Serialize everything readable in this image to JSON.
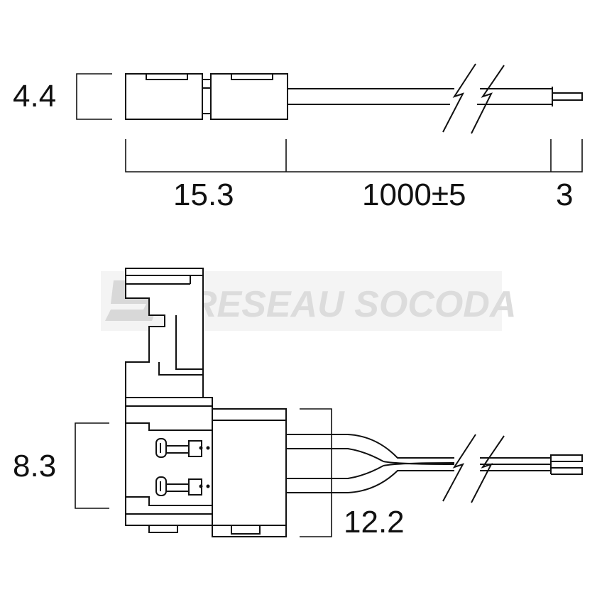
{
  "dimensions": {
    "height_top": "4.4",
    "connector_length": "15.3",
    "cable_length": "1000±5",
    "strip_length": "3",
    "height_bottom": "8.3",
    "width_bottom": "12.2"
  },
  "watermark": {
    "logo_letter": "S",
    "text": "RESEAU SOCODA"
  },
  "colors": {
    "line": "#111111",
    "background": "#ffffff",
    "watermark": "#dcdcdc"
  }
}
